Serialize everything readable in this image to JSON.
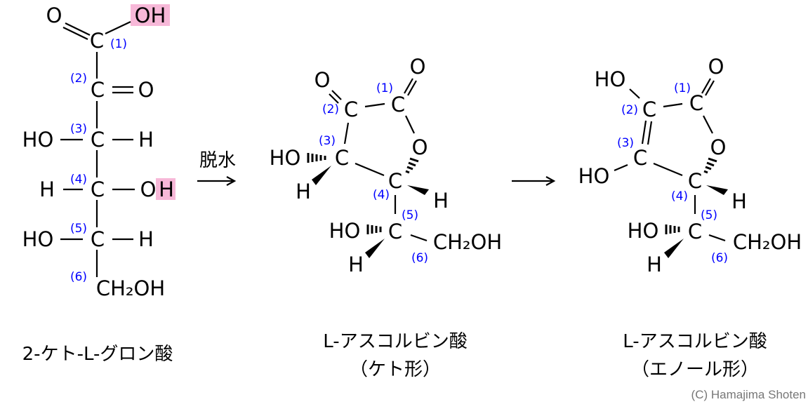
{
  "colors": {
    "atom": "#000000",
    "numbering": "#0000ff",
    "highlight": "#f7b8d8",
    "credit": "#777777"
  },
  "ketogulonic": {
    "name": "2-ケト-L-グロン酸",
    "atoms": {
      "o1": "O",
      "oh1": "OH",
      "c1": "C",
      "c2": "C",
      "o2": "O",
      "ho3": "HO",
      "c3": "C",
      "h3": "H",
      "h4": "H",
      "c4": "C",
      "o4": "O",
      "h4b": "H",
      "ho5": "HO",
      "c5": "C",
      "h5": "H",
      "c6": "CH₂OH"
    },
    "numbers": [
      "(1)",
      "(2)",
      "(3)",
      "(4)",
      "(5)",
      "(6)"
    ]
  },
  "reaction": {
    "arrow1_label": "脱水"
  },
  "keto_form": {
    "name": "L-アスコルビン酸",
    "form": "（ケト形）",
    "atoms": {
      "o2": "O",
      "o1": "O",
      "c1": "C",
      "c2": "C",
      "oring": "O",
      "c3": "C",
      "ho3": "HO",
      "h3": "H",
      "c4": "C",
      "h4": "H",
      "c5": "C",
      "ho5": "HO",
      "h5": "H",
      "c6": "CH₂OH"
    },
    "numbers": [
      "(1)",
      "(2)",
      "(3)",
      "(4)",
      "(5)",
      "(6)"
    ]
  },
  "enol_form": {
    "name": "L-アスコルビン酸",
    "form": "（エノール形）",
    "atoms": {
      "ho2": "HO",
      "o1": "O",
      "c1": "C",
      "c2": "C",
      "oring": "O",
      "c3": "C",
      "ho3": "HO",
      "c4": "C",
      "h4": "H",
      "c5": "C",
      "ho5": "HO",
      "h5": "H",
      "c6": "CH₂OH"
    },
    "numbers": [
      "(1)",
      "(2)",
      "(3)",
      "(4)",
      "(5)",
      "(6)"
    ]
  },
  "credit": "(C) Hamajima Shoten"
}
